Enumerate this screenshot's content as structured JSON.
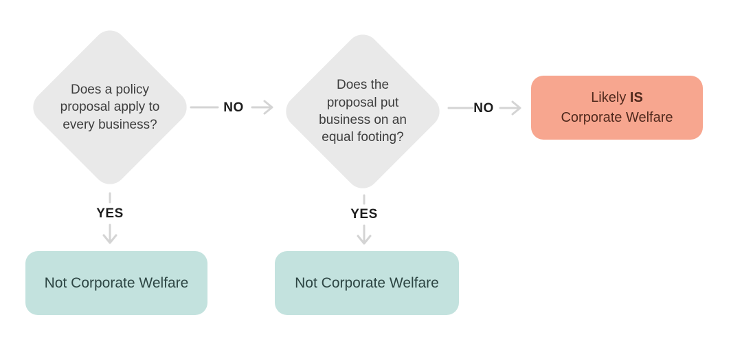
{
  "flowchart": {
    "decision1": {
      "text": "Does a policy\nproposal apply to\nevery business?"
    },
    "decision2": {
      "text": "Does the\nproposal put\nbusiness on an\nequal footing?"
    },
    "labels": {
      "no1": "NO",
      "no2": "NO",
      "yes1": "YES",
      "yes2": "YES"
    },
    "result_is_welfare": {
      "line1_prefix": "Likely ",
      "line1_bold": "IS",
      "line2": "Corporate Welfare"
    },
    "result_not_welfare_1": {
      "text": "Not Corporate Welfare"
    },
    "result_not_welfare_2": {
      "text": "Not Corporate Welfare"
    },
    "colors": {
      "diamond": "#e9e9e9",
      "teal": "#c3e2de",
      "orange": "#f7a68f",
      "arrow": "#d4d4d4",
      "text_dark": "#3d3d3d",
      "teal_text": "#2d4543",
      "orange_text": "#50291d",
      "label_text": "#1c1c1c",
      "bg": "#ffffff"
    }
  }
}
